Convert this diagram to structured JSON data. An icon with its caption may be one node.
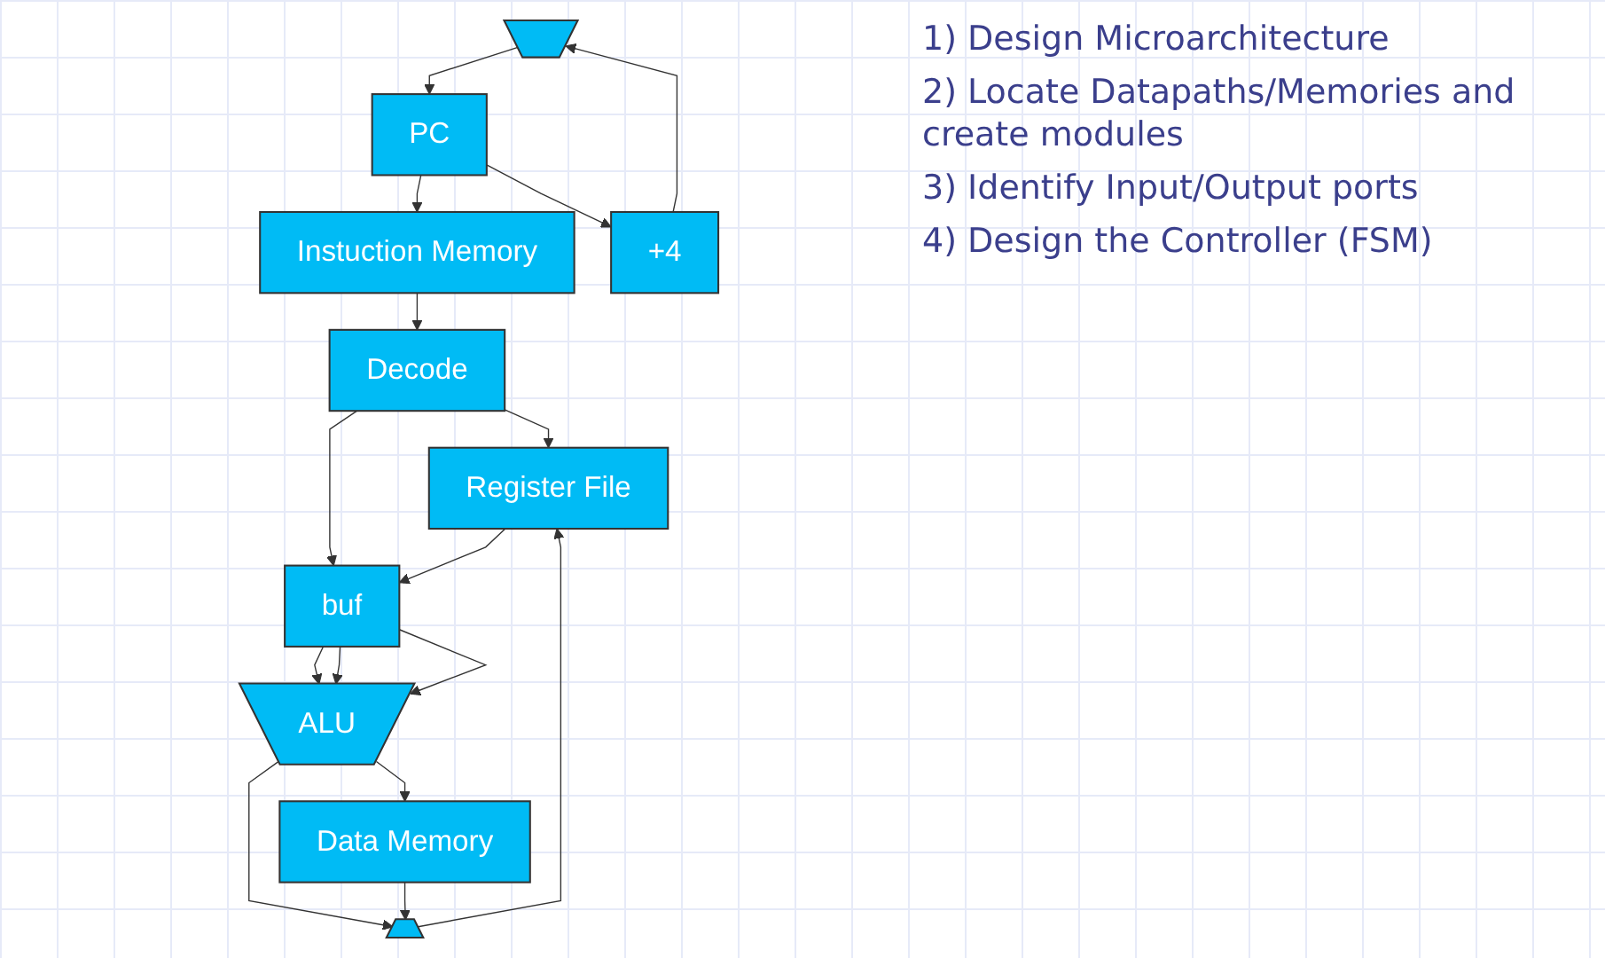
{
  "diagram": {
    "nodes": [
      {
        "text": [],
        "shape": "trapezoid"
      },
      {
        "text": [
          "PC"
        ]
      },
      {
        "text": [
          "Instuction Memory"
        ]
      },
      {
        "text": [
          "+4"
        ]
      },
      {
        "text": [
          "Decode"
        ]
      },
      {
        "text": [
          "Register File"
        ]
      },
      {
        "text": [
          "buf"
        ]
      },
      {
        "text": [],
        "shape": "trapezoid"
      },
      {
        "text": [
          "ALU"
        ]
      },
      {
        "text": [
          "Data Memory"
        ]
      }
    ],
    "edges": [
      {
        "from": 3,
        "to": 0,
        "arrow": "to"
      },
      {
        "from": 0,
        "to": 1,
        "arrow": "to"
      },
      {
        "from": 1,
        "to": 2,
        "arrow": "to"
      },
      {
        "from": 1,
        "to": 3,
        "arrow": "to"
      },
      {
        "from": 2,
        "to": 4,
        "arrow": "to"
      },
      {
        "from": 4,
        "to": 5,
        "arrow": "to"
      },
      {
        "from": 4,
        "to": 6,
        "arrow": "to"
      },
      {
        "from": 5,
        "to": 6,
        "arrow": "to"
      },
      {
        "from": 6,
        "to": 8,
        "arrow": "to"
      },
      {
        "from": 6,
        "to": 8,
        "arrow": "to"
      },
      {
        "from": 6,
        "to": 8,
        "arrow": "to"
      },
      {
        "from": 8,
        "to": 9,
        "arrow": "to"
      },
      {
        "from": 8,
        "to": 7,
        "arrow": "to"
      },
      {
        "from": 9,
        "to": 7,
        "arrow": "to"
      },
      {
        "from": 7,
        "to": 5,
        "arrow": "to"
      }
    ],
    "labels": [
      "1) Design Microarchitecture",
      "2) Locate Datapaths/Memories and create modules",
      "3) Identify Input/Output ports",
      "4) Design the Controller (FSM)"
    ]
  }
}
